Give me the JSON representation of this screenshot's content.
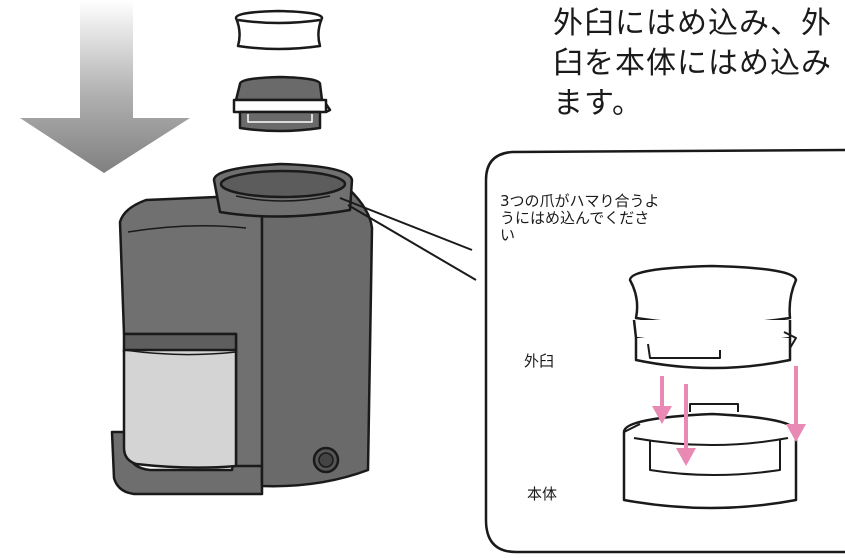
{
  "instruction_text": "外臼にはめ込み、外臼を本体にはめ込みます。",
  "callout": {
    "note": "3つの爪がハマり合うようにはめ込んでください",
    "label_outer_mill": "外臼",
    "label_body": "本体"
  },
  "colors": {
    "body_gray": "#6e6e6e",
    "body_dark": "#5a5a5a",
    "window_light": "#d4d4d4",
    "arrow_gray": "#8a8a8a",
    "arrow_pink": "#e88ab4"
  }
}
